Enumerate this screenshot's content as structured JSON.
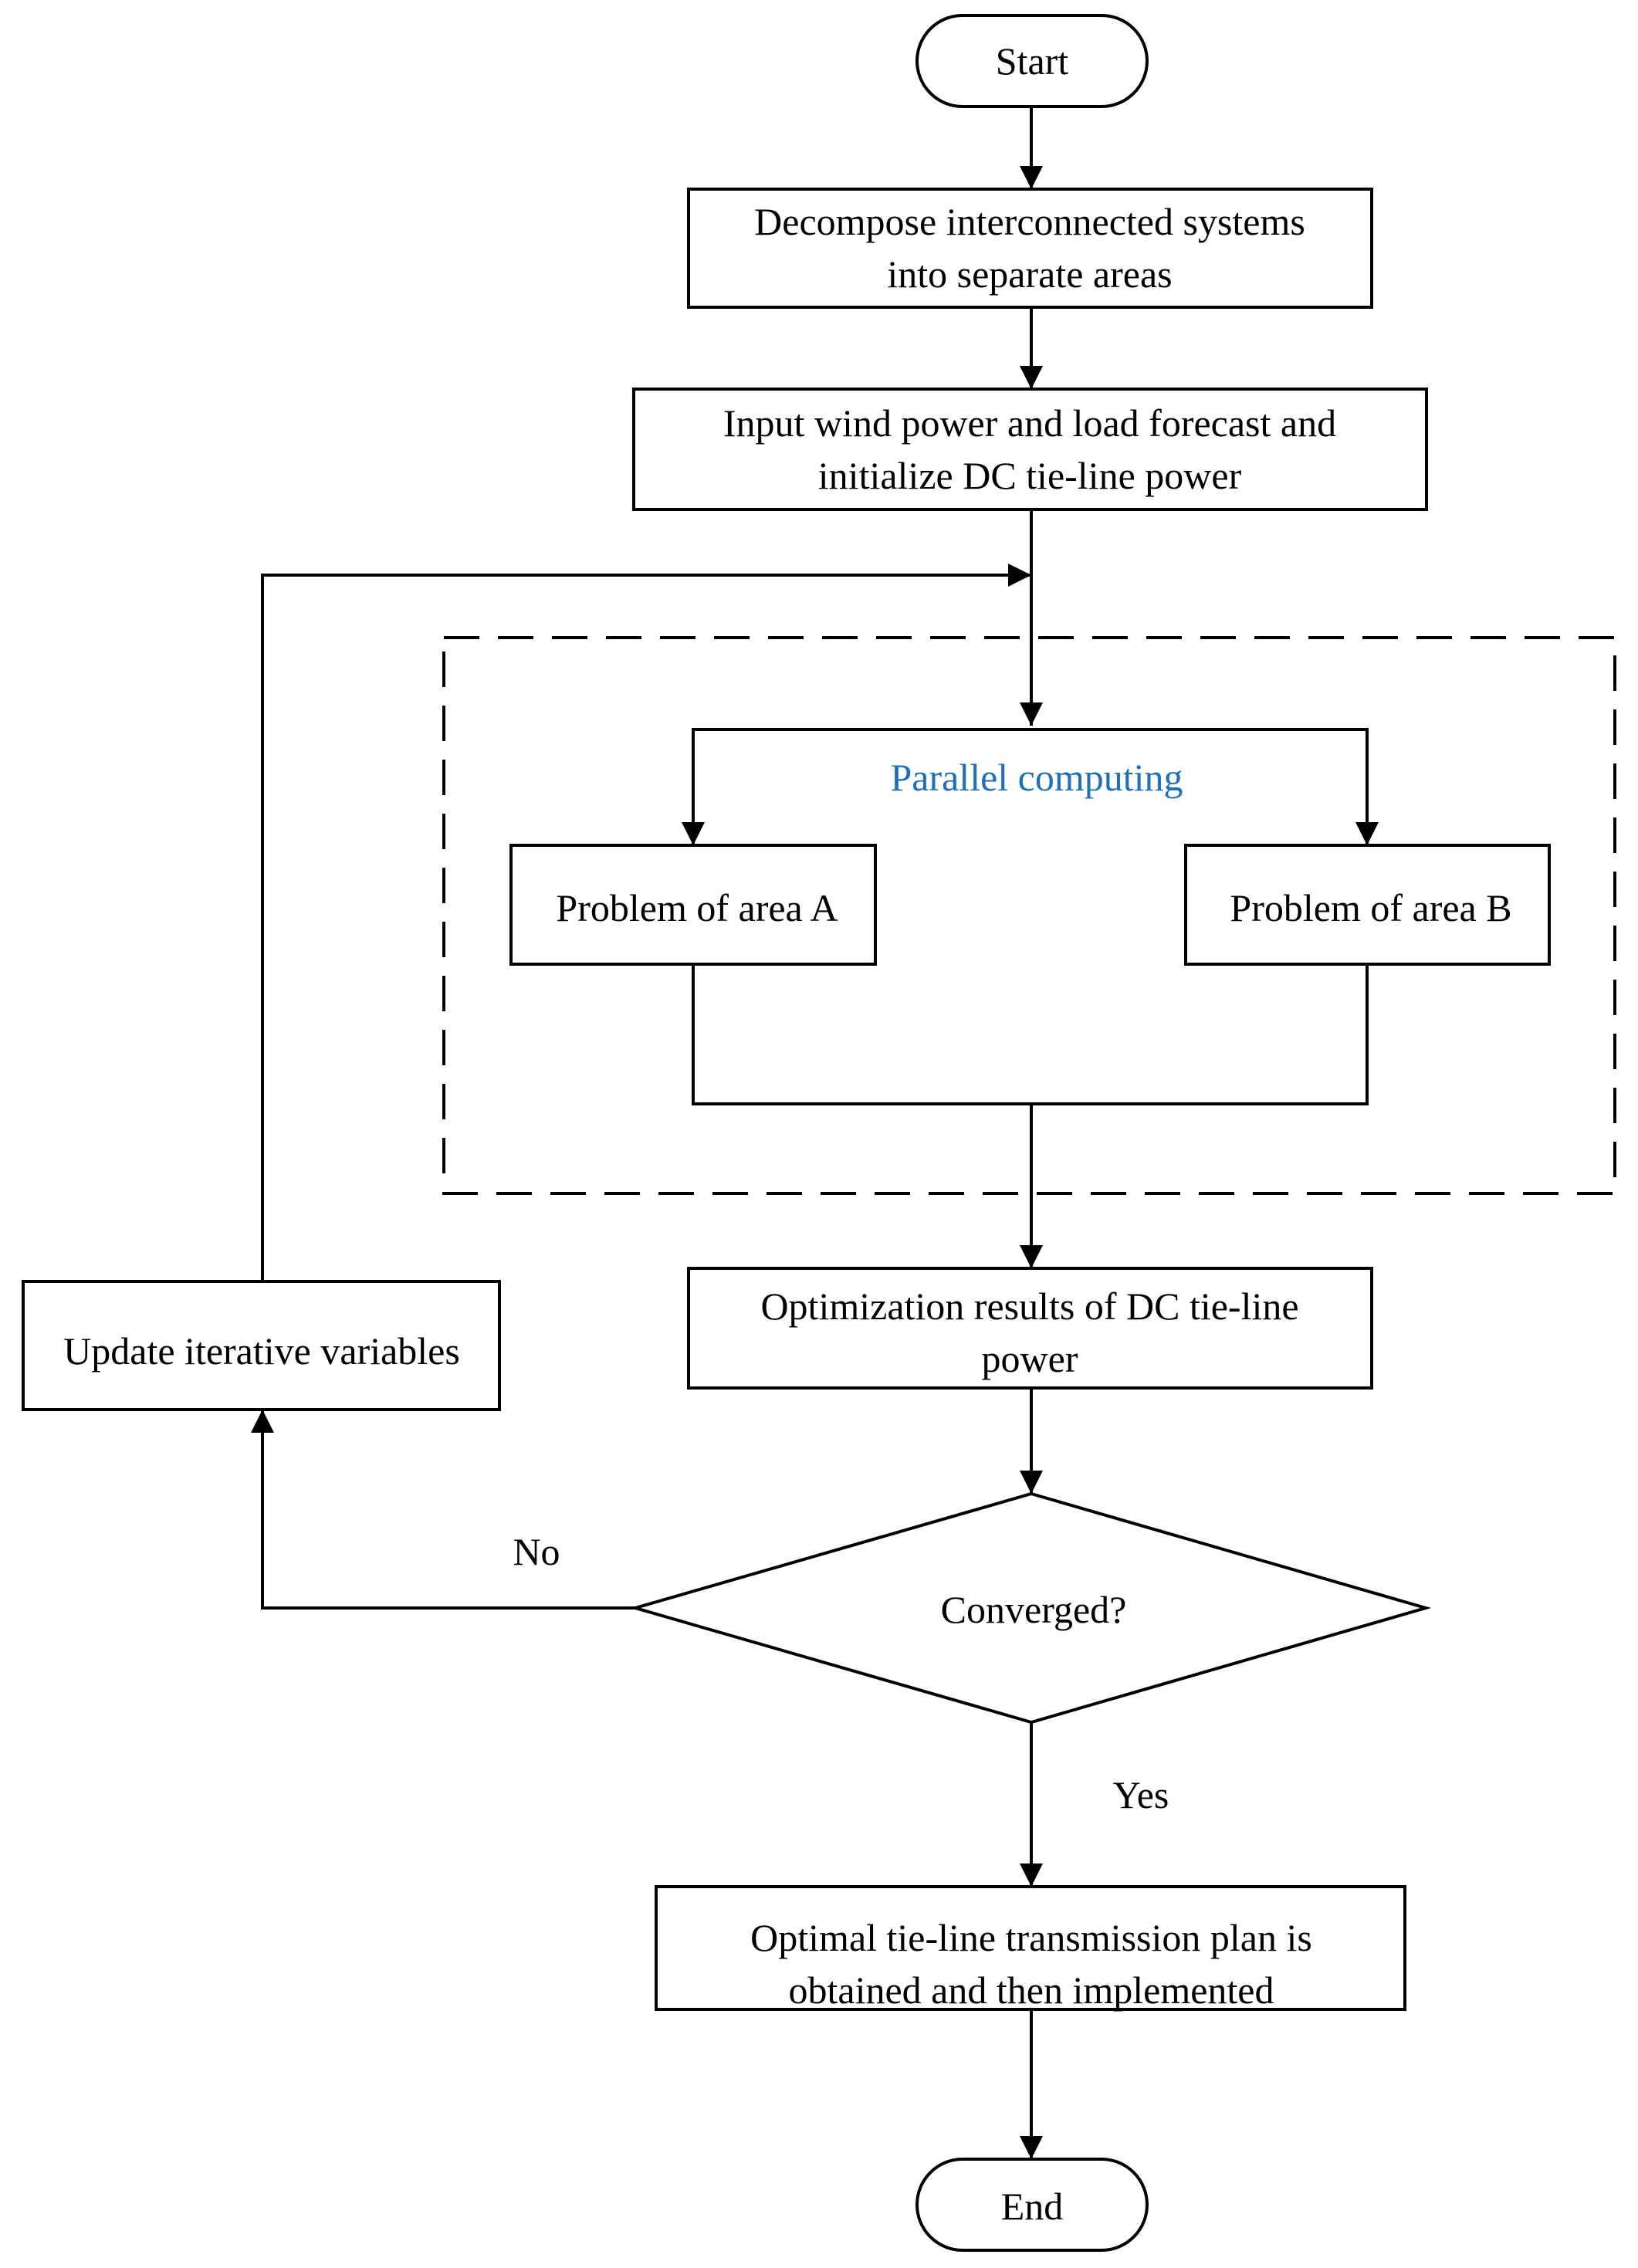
{
  "nodes": {
    "start": "Start",
    "decompose": [
      "Decompose interconnected systems",
      "into separate areas"
    ],
    "input": [
      "Input wind power and load forecast and",
      "initialize DC tie-line power"
    ],
    "parallel_label": "Parallel computing",
    "area_a": "Problem of area A",
    "area_b": "Problem of area B",
    "optimization": [
      "Optimization results of DC tie-line",
      "power"
    ],
    "update": "Update iterative variables",
    "converged": "Converged?",
    "optimal": [
      "Optimal tie-line transmission plan is",
      "obtained and then implemented"
    ],
    "end": "End"
  },
  "edge_labels": {
    "no": "No",
    "yes": "Yes"
  },
  "colors": {
    "line": "#000000",
    "accent": "#1f6fba"
  }
}
